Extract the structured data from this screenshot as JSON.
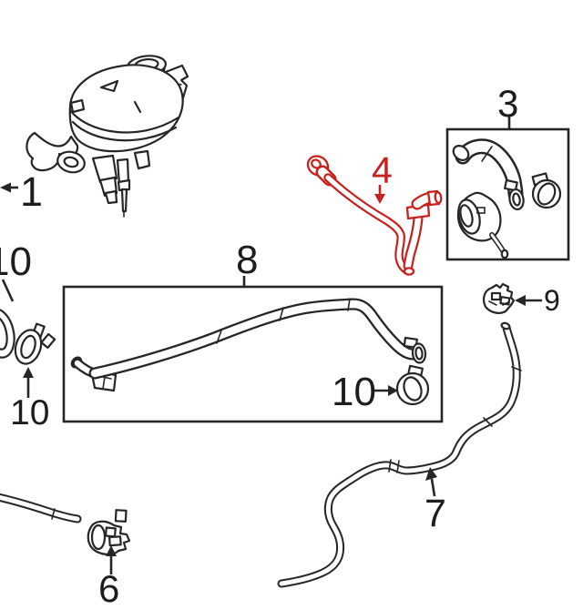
{
  "diagram": {
    "description": "Engine coolant reservoir and hose parts diagram",
    "colors": {
      "line": "#262626",
      "highlight": "#c8201d",
      "background": "#ffffff"
    },
    "callouts": {
      "reservoir_1": "1",
      "clamp_edge_10": "10",
      "clamp_left_10": "10",
      "hose_box_8": "8",
      "hose_kit_3": "3",
      "vent_hose_4": "4",
      "clip_9": "9",
      "clamp_box_10": "10",
      "overflow_hose_7": "7",
      "bracket_6": "6"
    }
  }
}
